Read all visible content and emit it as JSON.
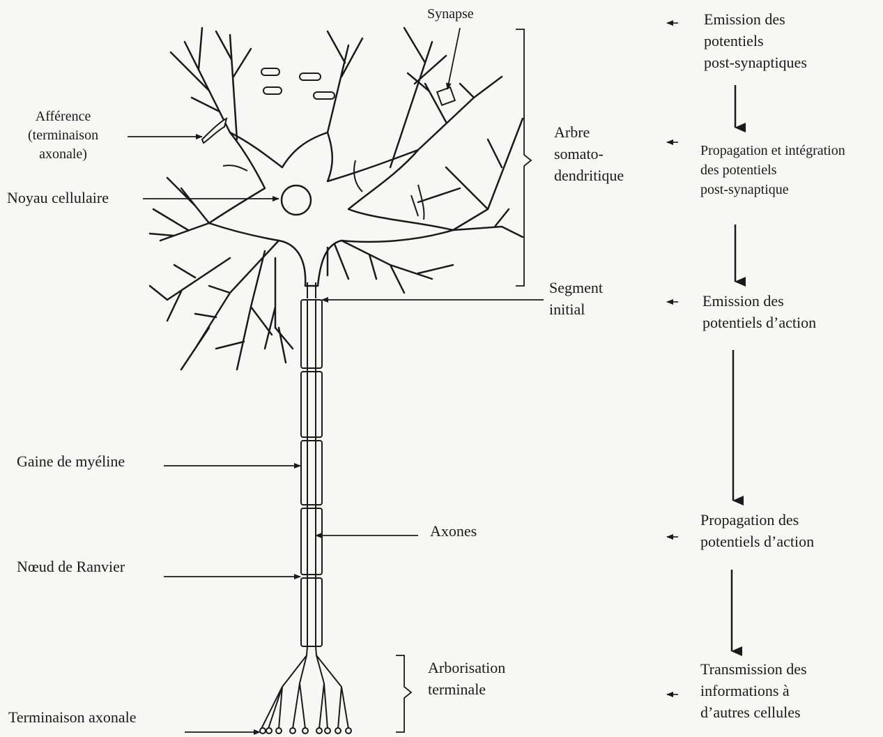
{
  "labels": {
    "synapse": "Synapse",
    "afference": "Afférence\n(terminaison\naxonale)",
    "noyau": "Noyau cellulaire",
    "arbre": "Arbre\nsomato-\ndendritique",
    "segment": "Segment\ninitial",
    "gaine": "Gaine de myéline",
    "axones": "Axones",
    "noeud": "Nœud de Ranvier",
    "arborisation": "Arborisation\nterminale",
    "terminaison": "Terminaison axonale"
  },
  "flow": {
    "step1": "Emission des\npotentiels\npost-synaptiques",
    "step2": "Propagation et intégration\ndes potentiels\npost-synaptique",
    "step3": "Emission des\npotentiels d’action",
    "step4": "Propagation des\npotentiels d’action",
    "step5": "Transmission des\ninformations à\nd’autres cellules"
  }
}
